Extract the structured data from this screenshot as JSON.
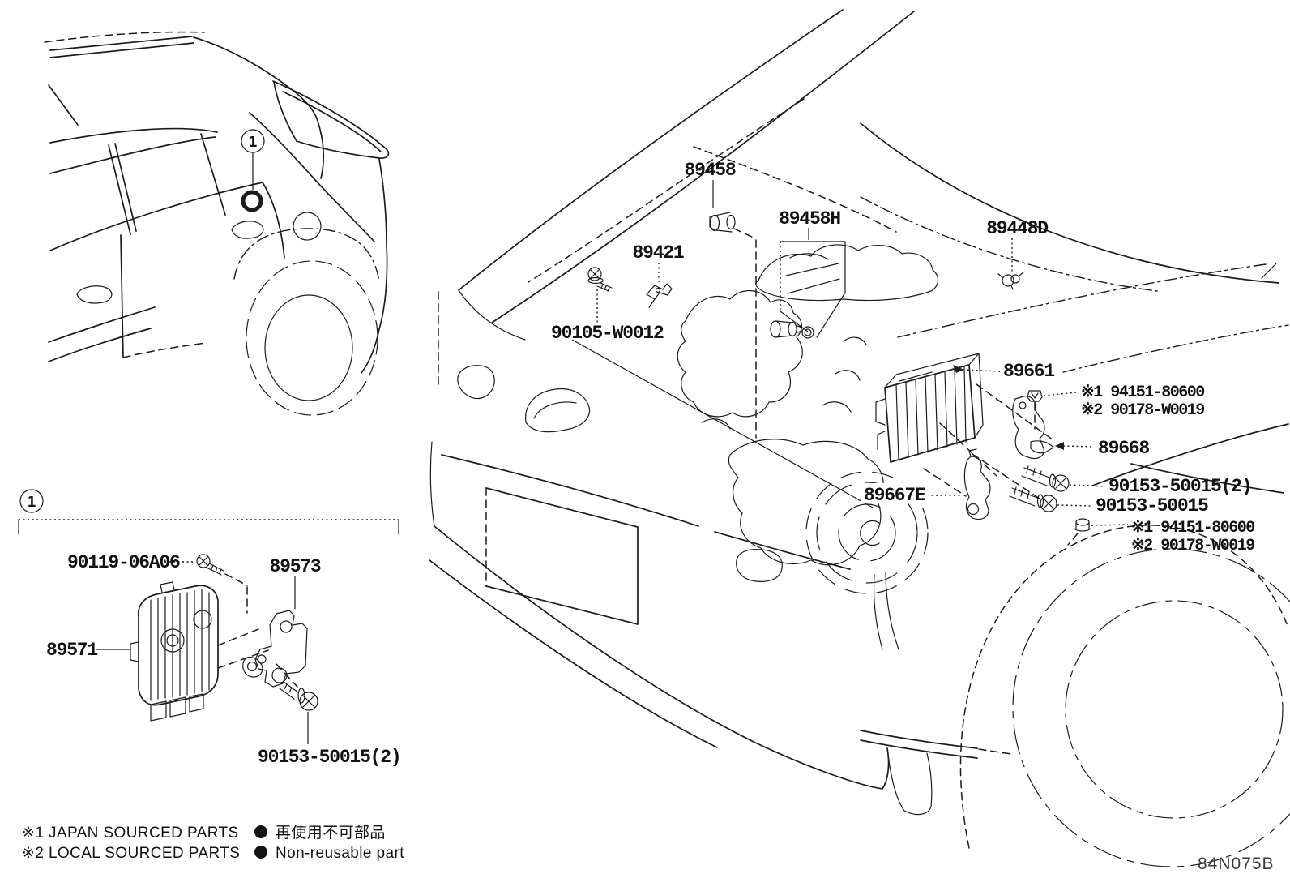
{
  "diagram": {
    "code": "84N075B",
    "callout": {
      "number": "1"
    },
    "parts": {
      "p89458": "89458",
      "p89458H": "89458H",
      "p89421": "89421",
      "p90105": "90105-W0012",
      "p89448D": "89448D",
      "p89661": "89661",
      "p89668": "89668",
      "p89667E": "89667E",
      "p90153x2": "90153-50015(2)",
      "p90153": "90153-50015",
      "p90119": "90119-06A06",
      "p89573": "89573",
      "p89571": "89571",
      "note1": "※1 94151-80600",
      "note2": "※2 90178-W0019"
    },
    "legend": {
      "note1": "※1 JAPAN SOURCED PARTS",
      "note2": "※2 LOCAL SOURCED PARTS",
      "nonreusable_jp": "再使用不可部品",
      "nonreusable_en": "Non-reusable part"
    }
  }
}
